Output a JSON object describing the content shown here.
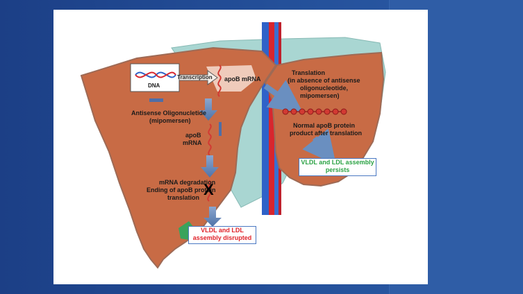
{
  "labels": {
    "dna": "DNA",
    "transcription": "Transcription",
    "apob_mrna_top": "apoB mRNA",
    "translation_l1": "Translation",
    "translation_l2": "(in absence of antisense",
    "translation_l3": "oligonucleotide,",
    "translation_l4": "mipomersen)",
    "antisense_l1": "Antisense Oligonucletide",
    "antisense_l2": "(mipomersen)",
    "apob_l1": "apoB",
    "apob_l2": "mRNA",
    "degradation_l1": "mRNA degradation",
    "degradation_l2": "Ending of apoB protein",
    "degradation_l3": "translation",
    "normal_l1": "Normal apoB protein",
    "normal_l2": "product after translation",
    "x_mark": "X"
  },
  "boxes": {
    "persists_l1": "VLDL and LDL assembly",
    "persists_l2": "persists",
    "disrupted_l1": "VLDL and LDL",
    "disrupted_l2": "assembly disrupted"
  },
  "colors": {
    "liver": "#c86b45",
    "liver_edge": "#9e6a55",
    "membrane": "#a9d6d2",
    "vein_blue": "#2f62c8",
    "artery_red": "#d8262e",
    "arrow": "#6a8fc0",
    "mrna": "#d23a33",
    "green_text": "#2aa243",
    "red_text": "#e0232a"
  }
}
